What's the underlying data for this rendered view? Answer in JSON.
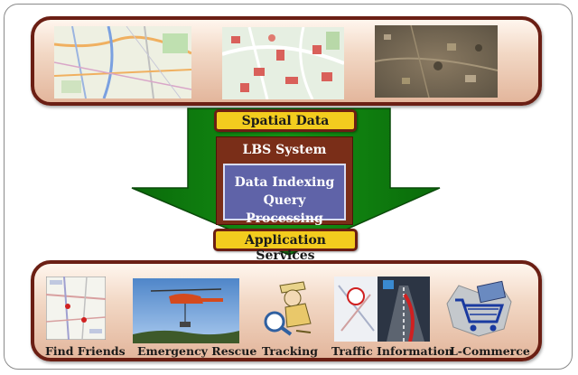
{
  "top_labels": {
    "spatial_data": "Spatial Data",
    "lbs_system": "LBS System",
    "data_indexing": "Data Indexing",
    "query_processing": "Query Processing",
    "application_services": "Application Services"
  },
  "services": [
    {
      "label": "Find Friends"
    },
    {
      "label": "Emergency Rescue"
    },
    {
      "label": "Tracking"
    },
    {
      "label": "Traffic Information"
    },
    {
      "label": "L-Commerce"
    }
  ],
  "colors": {
    "panel_border": "#6b1f14",
    "arrow_green": "#0c7a0c",
    "label_yellow": "#f3cc1e",
    "lbs_brown": "#7a2e18",
    "inner_blue": "#5f63a8"
  },
  "icons": [
    "street-map-icon",
    "campus-map-icon",
    "satellite-image-icon",
    "phone-map-icon",
    "helicopter-photo-icon",
    "detective-icon",
    "navigation-screen-icon",
    "shopping-cart-icon"
  ]
}
